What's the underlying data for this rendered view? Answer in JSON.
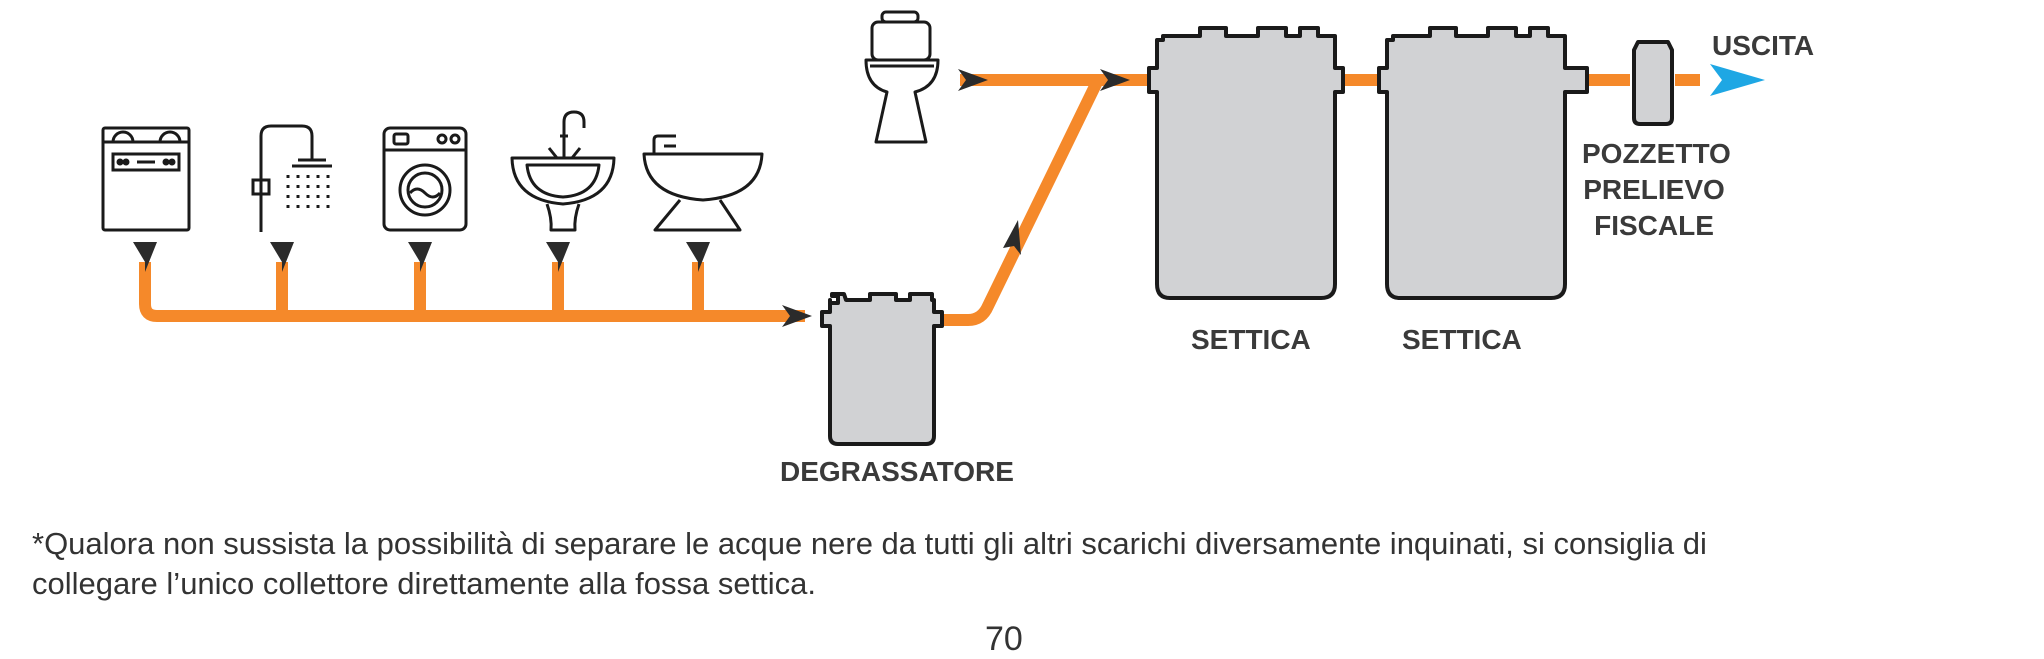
{
  "labels": {
    "degrassatore": "DEGRASSATORE",
    "settica_1": "SETTICA",
    "settica_2": "SETTICA",
    "pozzetto_line1": "POZZETTO",
    "pozzetto_line2": "PRELIEVO",
    "pozzetto_line3": "FISCALE",
    "uscita": "USCITA"
  },
  "note": {
    "line1": "*Qualora non sussista la possibilità di separare le acque nere da tutti gli altri scarichi diversamente inquinati, si consiglia di",
    "line2": "collegare l’unico collettore direttamente alla fossa settica."
  },
  "page_number": "70",
  "fixtures": [
    {
      "name": "dishwasher-icon"
    },
    {
      "name": "shower-icon"
    },
    {
      "name": "washing-machine-icon"
    },
    {
      "name": "sink-icon"
    },
    {
      "name": "bidet-icon"
    },
    {
      "name": "toilet-icon"
    }
  ],
  "colors": {
    "pipe": "#f5892a",
    "tank_fill": "#d1d2d4",
    "outline": "#1a1a1a",
    "arrow": "#2b2b2b",
    "exit_arrow": "#1ea7e4"
  }
}
